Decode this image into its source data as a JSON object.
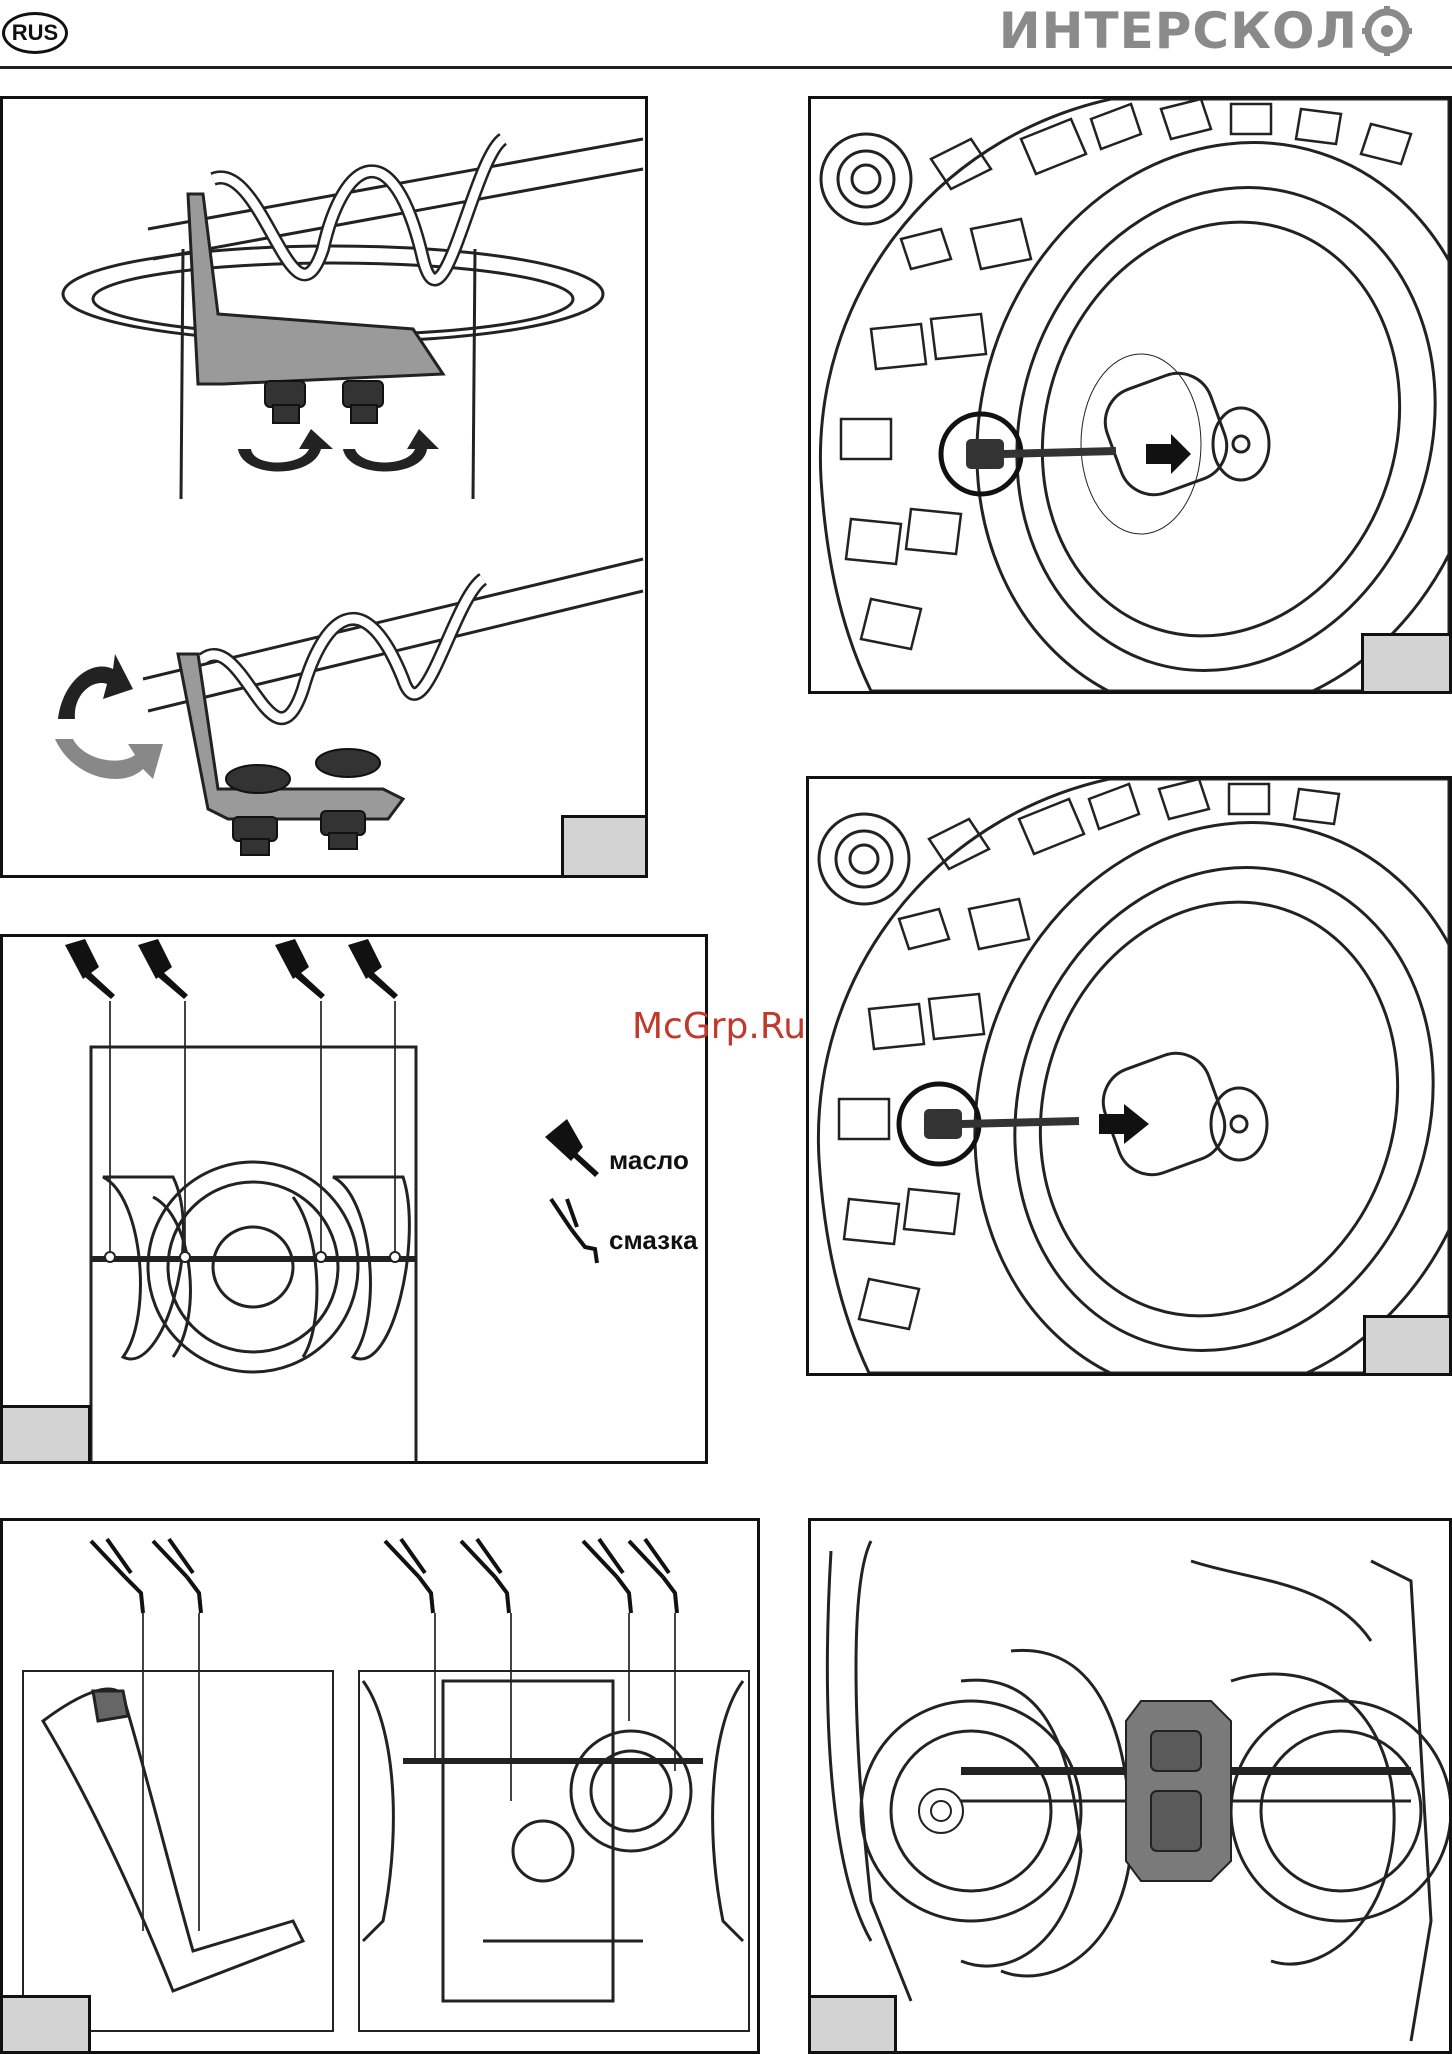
{
  "header": {
    "language_badge": "RUS",
    "brand": "ИНТЕРСКОЛ",
    "brand_color": "#8a8a8a"
  },
  "legend": {
    "oil_label": "масло",
    "grease_label": "смазка",
    "oil_icon": "oil-can-icon",
    "grease_icon": "grease-gun-icon"
  },
  "watermark": {
    "text": "McGrp.Ru",
    "color": "#c0392b"
  },
  "figures": [
    {
      "name": "auger-shear-bolt",
      "tab_label": ""
    },
    {
      "name": "wheel-pin-1",
      "tab_label": ""
    },
    {
      "name": "auger-lubrication",
      "tab_label": ""
    },
    {
      "name": "wheel-pin-2",
      "tab_label": ""
    },
    {
      "name": "chute-and-drive-lubrication",
      "tab_label": ""
    },
    {
      "name": "auger-gearbox",
      "tab_label": ""
    }
  ]
}
